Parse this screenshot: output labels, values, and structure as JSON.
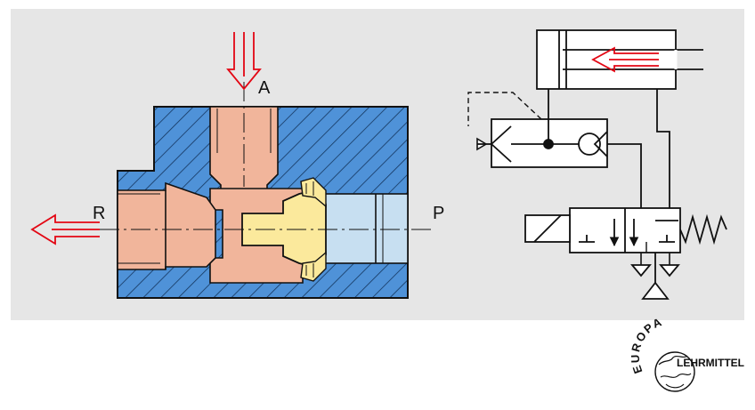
{
  "section_view": {
    "port_labels": {
      "a": "A",
      "r": "R",
      "p": "P"
    }
  },
  "logo": {
    "arc_text": "EUROPA",
    "brand_text": "LEHRMITTEL"
  },
  "colors": {
    "panel_background": "#e6e6e6",
    "body_blue": "#4f92d8",
    "passage_salmon": "#f1b59b",
    "bore_light_blue": "#c7dff1",
    "valve_yellow": "#fbe99c",
    "flow_arrow_red": "#e30613",
    "line_black": "#111111"
  }
}
